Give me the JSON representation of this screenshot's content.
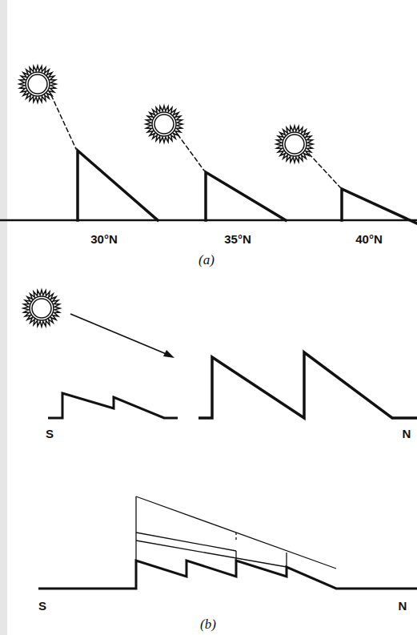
{
  "diagram": {
    "labels": [
      "30°N",
      "35°N",
      "40°N",
      "(a)",
      "S",
      "N",
      "S",
      "N",
      "(b)"
    ]
  }
}
